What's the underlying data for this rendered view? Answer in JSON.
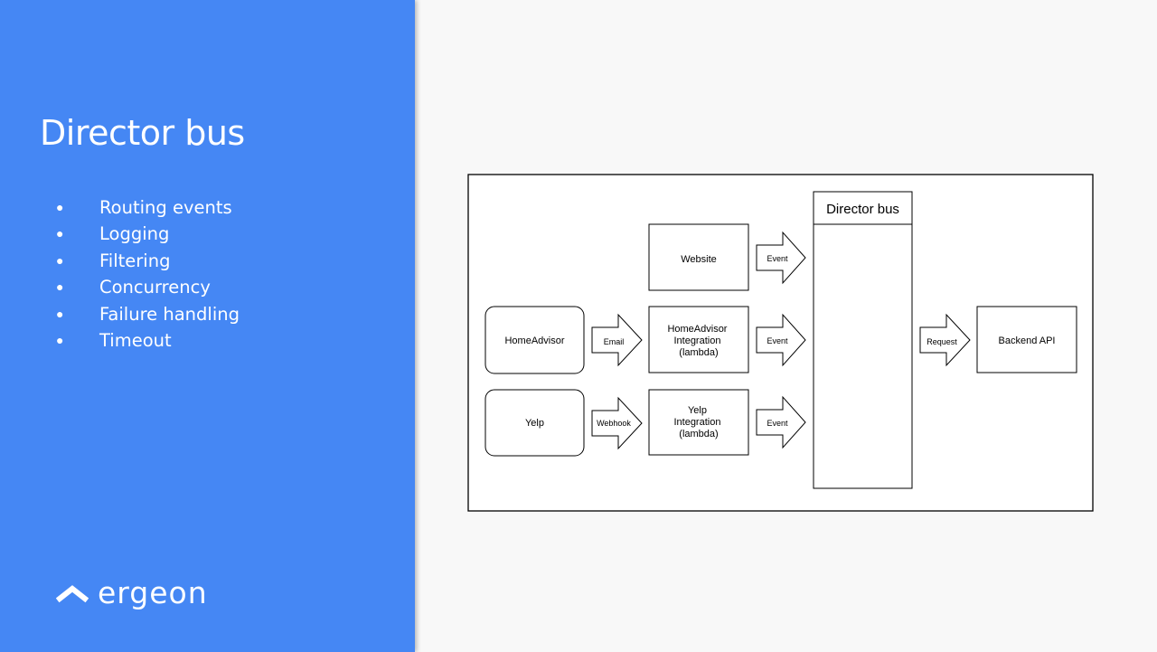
{
  "slide": {
    "title": "Director bus",
    "bullets": [
      "Routing events",
      "Logging",
      "Filtering",
      "Concurrency",
      "Failure handling",
      "Timeout"
    ],
    "bullet_glyph": "●",
    "logo_text": "ergeon"
  },
  "diagram": {
    "sources": {
      "homeadvisor": "HomeAdvisor",
      "yelp": "Yelp"
    },
    "integrations": {
      "website": [
        "Website"
      ],
      "homeadvisor": [
        "HomeAdvisor",
        "Integration",
        "(lambda)"
      ],
      "yelp": [
        "Yelp",
        "Integration",
        "(lambda)"
      ]
    },
    "arrows": {
      "email": "Email",
      "webhook": "Webhook",
      "event_website": "Event",
      "event_homeadvisor": "Event",
      "event_yelp": "Event",
      "request": "Request"
    },
    "director_bus": "Director bus",
    "backend_api": "Backend API"
  },
  "colors": {
    "panel_blue": "#4587f4",
    "background": "#f8f8f8"
  }
}
